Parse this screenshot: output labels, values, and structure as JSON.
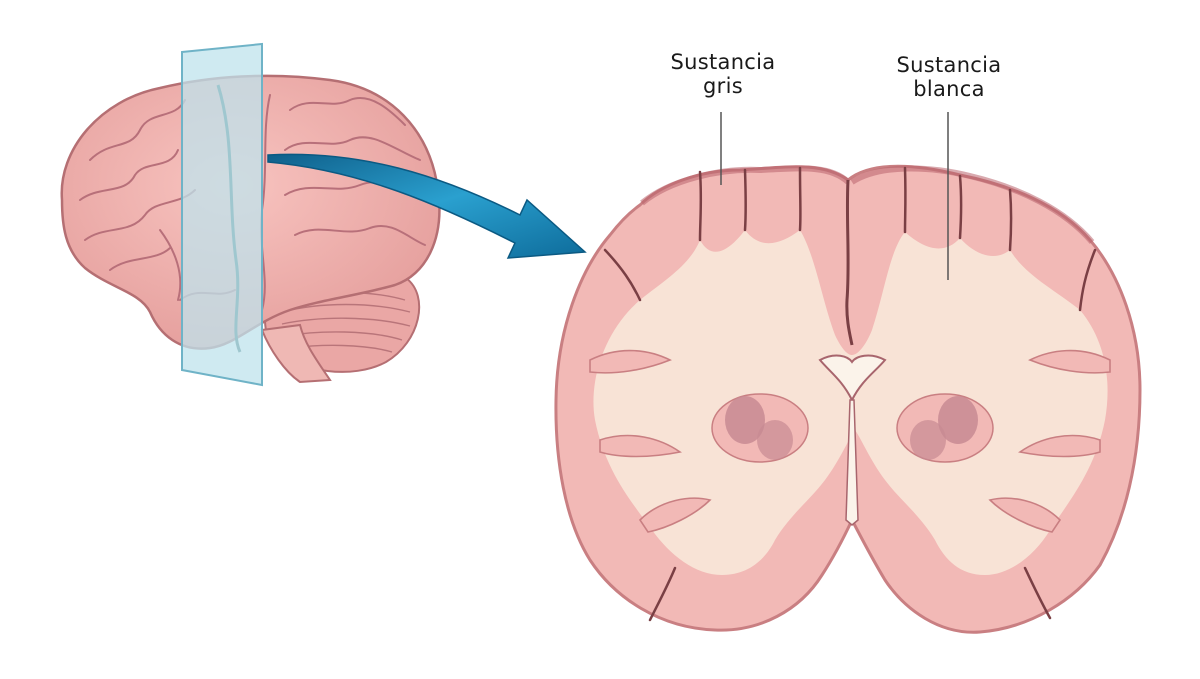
{
  "labels": {
    "gray_matter": {
      "line1": "Sustancia",
      "line2": "gris"
    },
    "white_matter": {
      "line1": "Sustancia",
      "line2": "blanca"
    }
  },
  "colors": {
    "gray_matter": "#f2b9b6",
    "white_matter": "#f8e3d6",
    "outline": "#c97f82",
    "sulcus": "#7a3f44",
    "basal_ganglia": "#c88a93",
    "cut_plane": "#bfe3ec",
    "arrow": "#1b86b5"
  },
  "icons": {
    "whole_brain": "lateral-brain-illustration",
    "cut_plane": "coronal-plane",
    "arrow": "curved-arrow",
    "section": "coronal-brain-section"
  }
}
